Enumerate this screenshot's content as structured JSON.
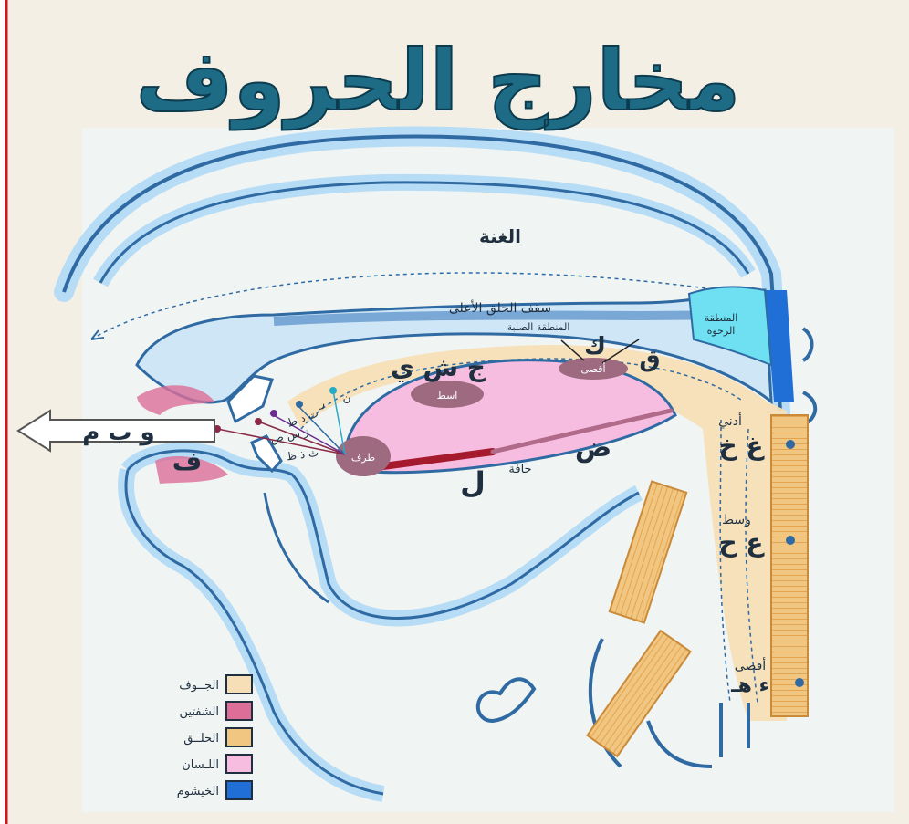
{
  "title": "مخارج الحروف",
  "colors": {
    "accent_border": "#d2151b",
    "title_fill": "#1e6b86",
    "outline": "#2f6aa3",
    "halo": "#b7dcf5",
    "jawf": "#f6dfb7",
    "shafatain": "#dc6e98",
    "halq": "#f1c680",
    "lisan": "#f7bde0",
    "khayshum": "#1f6fd6",
    "teeth": "#ffffff"
  },
  "labels": {
    "ghunna": "الغنة",
    "upper_palate": "سقف الحلق الأعلى",
    "hard_region": "المنطقة الصلبة",
    "soft_region_1": "المنطقة",
    "soft_region_2": "الرخوة",
    "lip_letters": "و  ب  م",
    "letter_fa": "ف",
    "letter_kaf": "ك",
    "letter_qaf": "ق",
    "middle_letters": "ج ش ي",
    "tongue_middle": "اسط",
    "tongue_far": "أقصى",
    "tongue_tip": "طرف",
    "letter_dad": "ض",
    "side": "حافة",
    "letter_lam": "ل",
    "tip_letters_1": "ن",
    "tip_letters_2": "ر",
    "tip_letters_3": "ت د ط",
    "tip_letters_4": "ز س ص",
    "tip_letters_5": "ث ذ ظ",
    "throat_near": "أدني",
    "throat_near_letters": "غ خ",
    "throat_mid": "وسط",
    "throat_mid_letters": "ع ح",
    "throat_far": "أقصى",
    "throat_far_letters": "ء هـ"
  },
  "legend": [
    {
      "label": "الجــوف",
      "color": "#f6dfb7"
    },
    {
      "label": "الشفتين",
      "color": "#dc6e98"
    },
    {
      "label": "الحلــق",
      "color": "#f1c680"
    },
    {
      "label": "اللـسان",
      "color": "#f7bde0"
    },
    {
      "label": "الخيشوم",
      "color": "#1f6fd6"
    }
  ]
}
